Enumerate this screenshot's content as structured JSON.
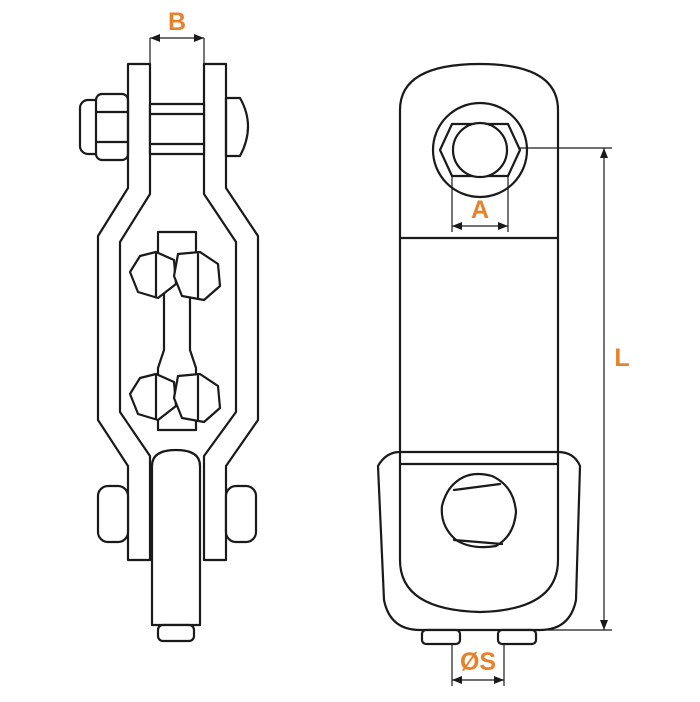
{
  "labels": {
    "b": "B",
    "a": "A",
    "l": "L",
    "s": "ØS"
  },
  "colors": {
    "line": "#1a1a1a",
    "dimension_label": "#e8822a"
  }
}
